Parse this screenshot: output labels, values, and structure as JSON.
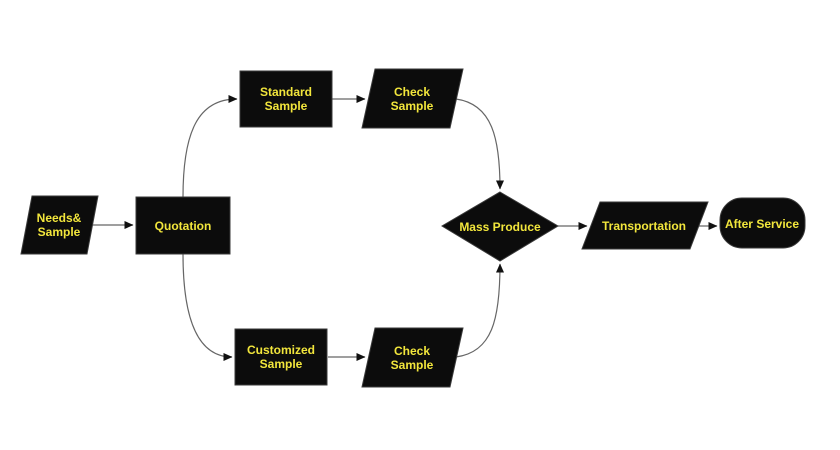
{
  "theme": {
    "canvas_bg": "#ffffff",
    "node_fill": "#0c0c0c",
    "node_stroke": "#3a3a3a",
    "label_color": "#f2e63c",
    "connector_color": "#666666",
    "arrow_fill": "#111111"
  },
  "diagram": {
    "type": "flowchart",
    "nodes": [
      {
        "id": "needs-sample",
        "label": "Needs&\nSample",
        "shape": "parallelogram"
      },
      {
        "id": "quotation",
        "label": "Quotation",
        "shape": "rectangle"
      },
      {
        "id": "standard-sample",
        "label": "Standard\nSample",
        "shape": "rectangle"
      },
      {
        "id": "check-sample-top",
        "label": "Check\nSample",
        "shape": "parallelogram"
      },
      {
        "id": "customized-sample",
        "label": "Customized\nSample",
        "shape": "rectangle"
      },
      {
        "id": "check-sample-bottom",
        "label": "Check\nSample",
        "shape": "parallelogram"
      },
      {
        "id": "mass-produce",
        "label": "Mass Produce",
        "shape": "diamond"
      },
      {
        "id": "transportation",
        "label": "Transportation",
        "shape": "parallelogram"
      },
      {
        "id": "after-service",
        "label": "After Service",
        "shape": "terminator"
      }
    ],
    "edges": [
      {
        "from": "needs-sample",
        "to": "quotation"
      },
      {
        "from": "quotation",
        "to": "standard-sample"
      },
      {
        "from": "quotation",
        "to": "customized-sample"
      },
      {
        "from": "standard-sample",
        "to": "check-sample-top"
      },
      {
        "from": "customized-sample",
        "to": "check-sample-bottom"
      },
      {
        "from": "check-sample-top",
        "to": "mass-produce"
      },
      {
        "from": "check-sample-bottom",
        "to": "mass-produce"
      },
      {
        "from": "mass-produce",
        "to": "transportation"
      },
      {
        "from": "transportation",
        "to": "after-service"
      }
    ]
  }
}
